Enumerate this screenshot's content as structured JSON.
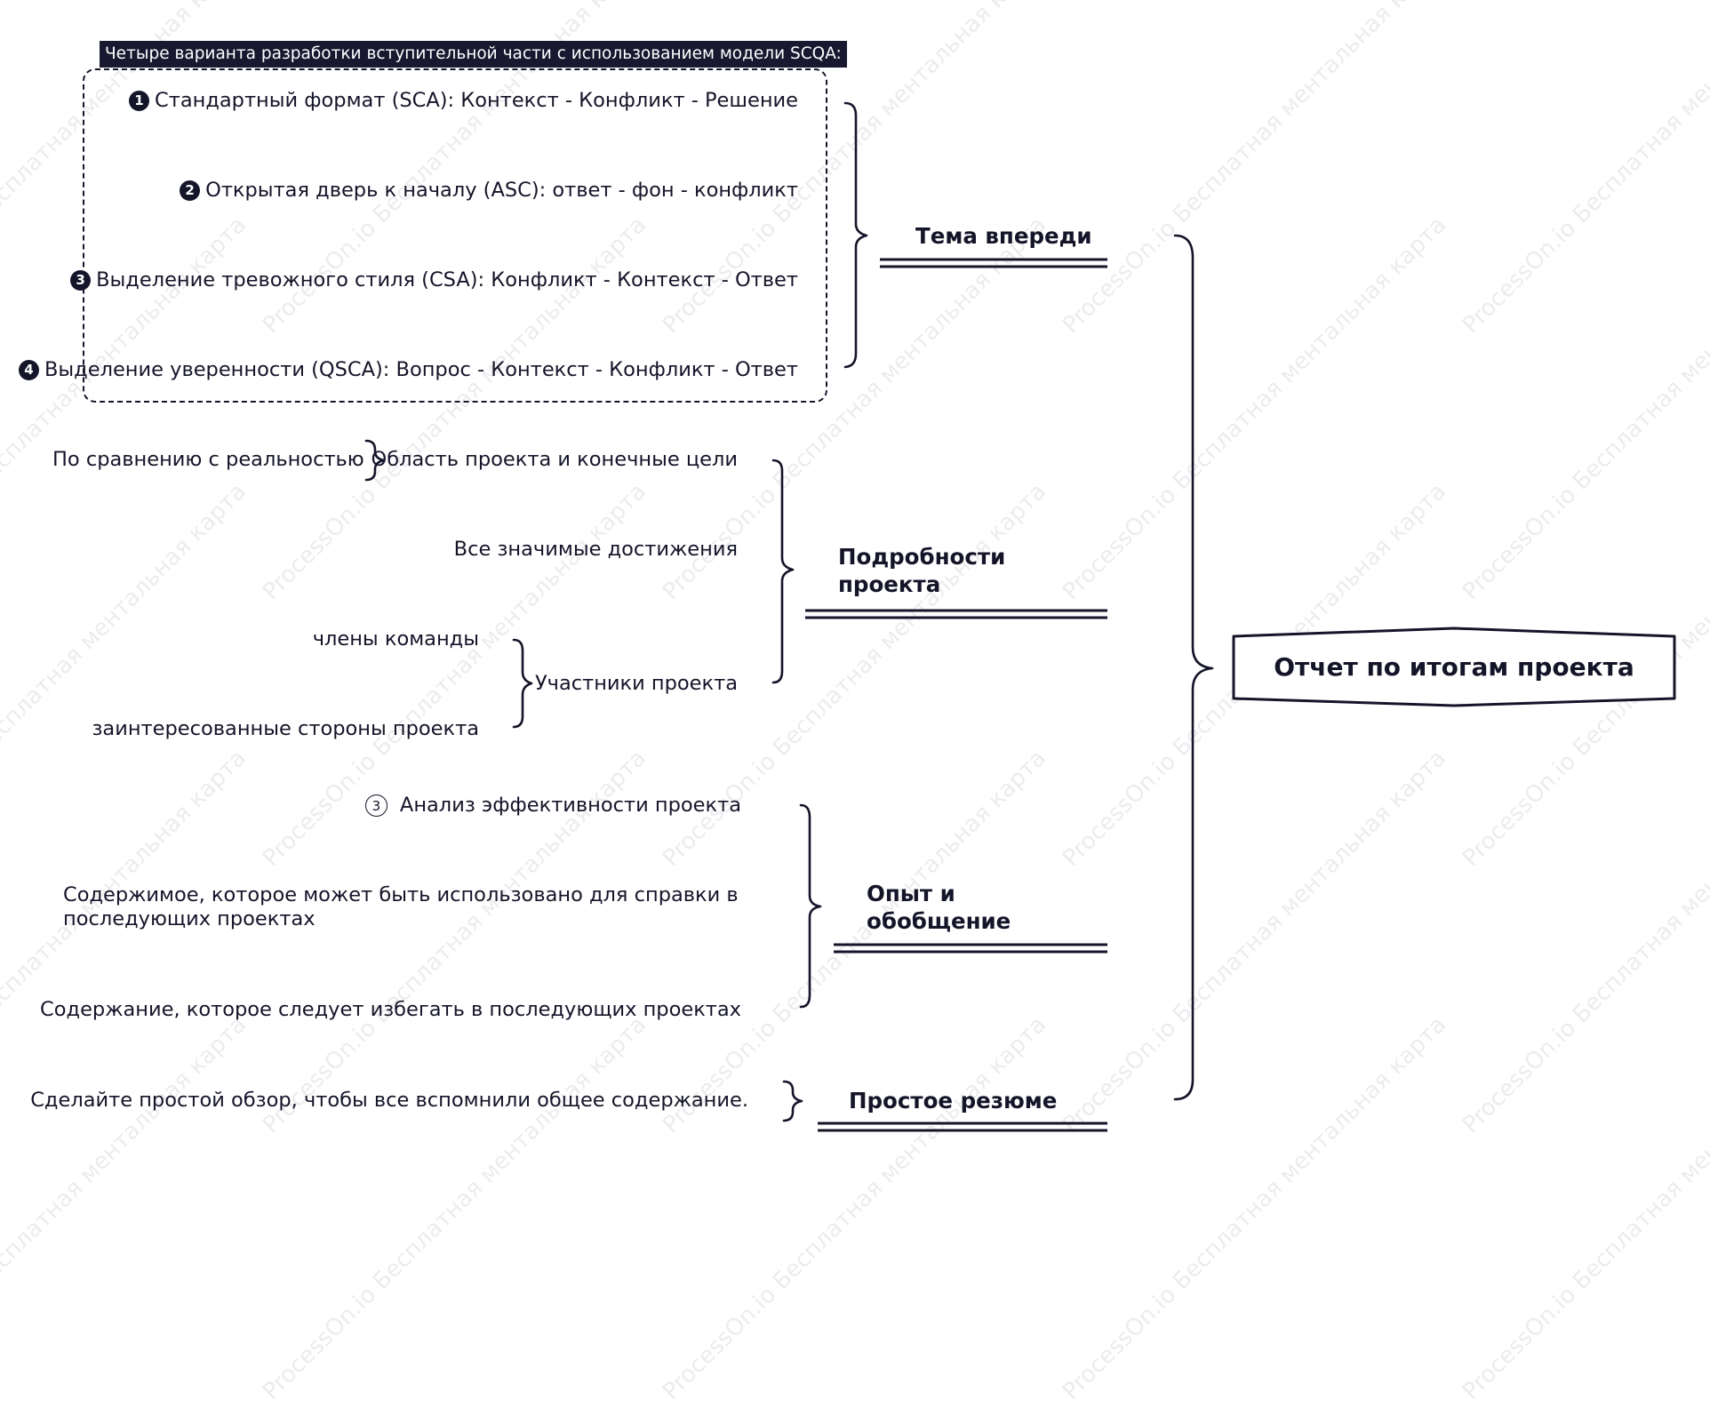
{
  "root": {
    "label": "Отчет по итогам проекта"
  },
  "branches": {
    "theme": {
      "label": "Тема впереди"
    },
    "details": {
      "label": "Подробности\nпроекта"
    },
    "experience": {
      "label": "Опыт и\nобобщение"
    },
    "summary": {
      "label": "Простое резюме"
    }
  },
  "scqa_note": {
    "header": "Четыре варианта разработки вступительной части с использованием модели SCQA:",
    "items": [
      {
        "num": "1",
        "text": "Стандартный формат (SCA): Контекст - Конфликт - Решение"
      },
      {
        "num": "2",
        "text": "Открытая дверь к началу (ASC): ответ - фон - конфликт"
      },
      {
        "num": "3",
        "text": "Выделение тревожного стиля (CSA): Конфликт - Контекст - Ответ"
      },
      {
        "num": "4",
        "text": "Выделение уверенности (QSCA): Вопрос - Контекст - Конфликт - Ответ"
      }
    ]
  },
  "details_items": {
    "scope": "Область проекта и конечные цели",
    "scope_note": "По сравнению с реальностью",
    "achievements": "Все значимые достижения",
    "participants": "Участники проекта",
    "team": "члены команды",
    "stakeholders": "заинтересованные стороны проекта"
  },
  "experience_items": {
    "analysis_num": "3",
    "analysis": "Анализ эффективности проекта",
    "reusable": "Содержимое, которое может быть использовано для справки в\nпоследующих проектах",
    "avoid": "Содержание, которое следует избегать в последующих проектах"
  },
  "summary_items": {
    "review": "Сделайте простой обзор, чтобы все вспомнили общее содержание."
  },
  "watermark": "ProcessOn.io Бесплатная ментальная карта"
}
